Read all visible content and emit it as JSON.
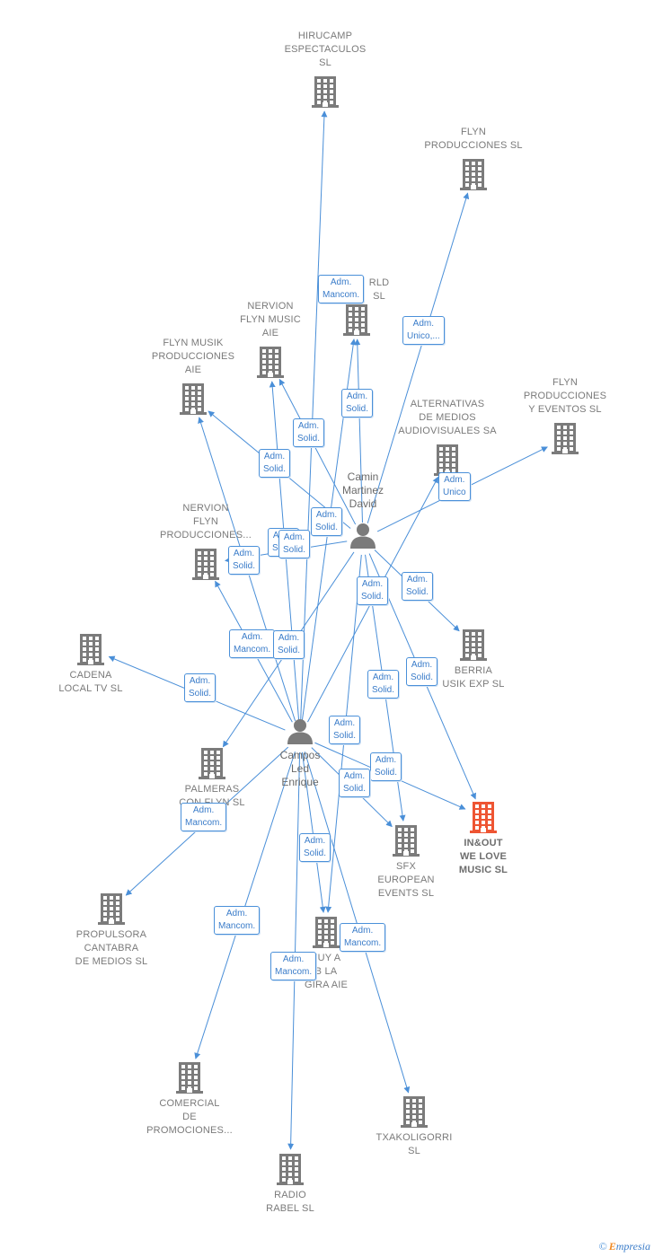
{
  "colors": {
    "edge": "#4a8fd8",
    "building": "#7b7b7b",
    "focus": "#ee5533",
    "person": "#7b7b7b",
    "label": "#7a7a7a"
  },
  "icons": {
    "company": "building-icon",
    "person": "person-icon"
  },
  "persons": [
    {
      "id": "camin",
      "lines": [
        "Camin",
        "Martinez",
        "David"
      ]
    },
    {
      "id": "campos",
      "lines": [
        "Campos",
        "Led",
        "Enrique"
      ]
    }
  ],
  "companies": [
    {
      "id": "hirucamp",
      "lines": [
        "HIRUCAMP",
        "ESPECTACULOS",
        "SL"
      ]
    },
    {
      "id": "flyn_prod",
      "lines": [
        "FLYN",
        "PRODUCCIONES SL"
      ]
    },
    {
      "id": "world",
      "lines": [
        "RLD",
        "SL"
      ]
    },
    {
      "id": "nervion_aie",
      "lines": [
        "NERVION",
        "FLYN MUSIC",
        "AIE"
      ]
    },
    {
      "id": "flyn_musik",
      "lines": [
        "FLYN MUSIK",
        "PRODUCCIONES",
        "AIE"
      ]
    },
    {
      "id": "alternativas",
      "lines": [
        "ALTERNATIVAS",
        "DE MEDIOS",
        "AUDIOVISUALES SA"
      ]
    },
    {
      "id": "flyn_eventos",
      "lines": [
        "FLYN",
        "PRODUCCIONES",
        "Y EVENTOS  SL"
      ]
    },
    {
      "id": "nervion_prod",
      "lines": [
        "NERVION",
        "FLYN",
        "PRODUCCIONES..."
      ]
    },
    {
      "id": "berria",
      "lines": [
        "BERRIA",
        "USIK EXP  SL"
      ]
    },
    {
      "id": "cadena",
      "lines": [
        "CADENA",
        "LOCAL TV SL"
      ]
    },
    {
      "id": "palmeras",
      "lines": [
        "PALMERAS",
        "CON FLYN SL"
      ]
    },
    {
      "id": "inout",
      "lines": [
        "IN&OUT",
        "WE LOVE",
        "MUSIC  SL"
      ],
      "focus": true
    },
    {
      "id": "sfx",
      "lines": [
        "SFX",
        "EUROPEAN",
        "EVENTS  SL"
      ]
    },
    {
      "id": "propulsora",
      "lines": [
        "PROPULSORA",
        "CANTABRA",
        "DE MEDIOS SL"
      ]
    },
    {
      "id": "gira",
      "lines": [
        "FUY A",
        "B LA",
        "GIRA  AIE"
      ]
    },
    {
      "id": "comercial",
      "lines": [
        "COMERCIAL",
        "DE",
        "PROMOCIONES..."
      ]
    },
    {
      "id": "txakoligorri",
      "lines": [
        "TXAKOLIGORRI",
        "SL"
      ]
    },
    {
      "id": "radio",
      "lines": [
        "RADIO",
        "RABEL SL"
      ]
    }
  ],
  "edges": [
    {
      "from": "campos",
      "to": "hirucamp",
      "label": [
        "Adm.",
        "Mancom."
      ]
    },
    {
      "from": "camin",
      "to": "flyn_prod",
      "label": [
        "Adm.",
        "Unico,..."
      ]
    },
    {
      "from": "camin",
      "to": "world",
      "label": [
        "Adm.",
        "Solid."
      ]
    },
    {
      "from": "campos",
      "to": "world",
      "label": []
    },
    {
      "from": "camin",
      "to": "nervion_aie",
      "label": [
        "Adm.",
        "Solid."
      ]
    },
    {
      "from": "campos",
      "to": "nervion_aie",
      "label": [
        "Adm.",
        "Solid."
      ]
    },
    {
      "from": "camin",
      "to": "flyn_musik",
      "label": [
        "Adm.",
        "Solid."
      ]
    },
    {
      "from": "campos",
      "to": "flyn_musik",
      "label": [
        "Adm.",
        "Solid."
      ]
    },
    {
      "from": "camin",
      "to": "flyn_eventos",
      "label": [
        "Adm.",
        "Unico"
      ]
    },
    {
      "from": "campos",
      "to": "alternativas",
      "label": []
    },
    {
      "from": "camin",
      "to": "nervion_prod",
      "label": [
        "Adm.",
        "Solid."
      ]
    },
    {
      "from": "campos",
      "to": "nervion_prod",
      "label": [
        "Adm.",
        "Mancom."
      ]
    },
    {
      "from": "camin",
      "to": "berria",
      "label": [
        "Adm.",
        "Solid."
      ]
    },
    {
      "from": "campos",
      "to": "cadena",
      "label": [
        "Adm.",
        "Solid."
      ]
    },
    {
      "from": "camin",
      "to": "palmeras",
      "label": [
        "Adm.",
        "Solid."
      ]
    },
    {
      "from": "camin",
      "to": "inout",
      "label": [
        "Adm.",
        "Solid."
      ]
    },
    {
      "from": "campos",
      "to": "inout",
      "label": [
        "Adm.",
        "Solid."
      ]
    },
    {
      "from": "camin",
      "to": "sfx",
      "label": [
        "Adm.",
        "Solid."
      ]
    },
    {
      "from": "campos",
      "to": "sfx",
      "label": [
        "Adm.",
        "Solid."
      ]
    },
    {
      "from": "campos",
      "to": "propulsora",
      "label": [
        "Adm.",
        "Mancom."
      ]
    },
    {
      "from": "campos",
      "to": "gira",
      "label": [
        "Adm.",
        "Solid."
      ]
    },
    {
      "from": "camin",
      "to": "gira",
      "label": []
    },
    {
      "from": "campos",
      "to": "comercial",
      "label": [
        "Adm.",
        "Mancom."
      ]
    },
    {
      "from": "campos",
      "to": "txakoligorri",
      "label": [
        "Adm.",
        "Mancom."
      ]
    },
    {
      "from": "campos",
      "to": "radio",
      "label": [
        "Adm.",
        "Mancom."
      ]
    }
  ],
  "extra_labels": [
    [
      "Adm.",
      "Solid."
    ],
    [
      "Adm.",
      "Solid."
    ],
    [
      "Adm.",
      "Solid."
    ]
  ],
  "footer": {
    "copyright": "©",
    "brand_initial": "E",
    "brand_rest": "mpresia"
  }
}
